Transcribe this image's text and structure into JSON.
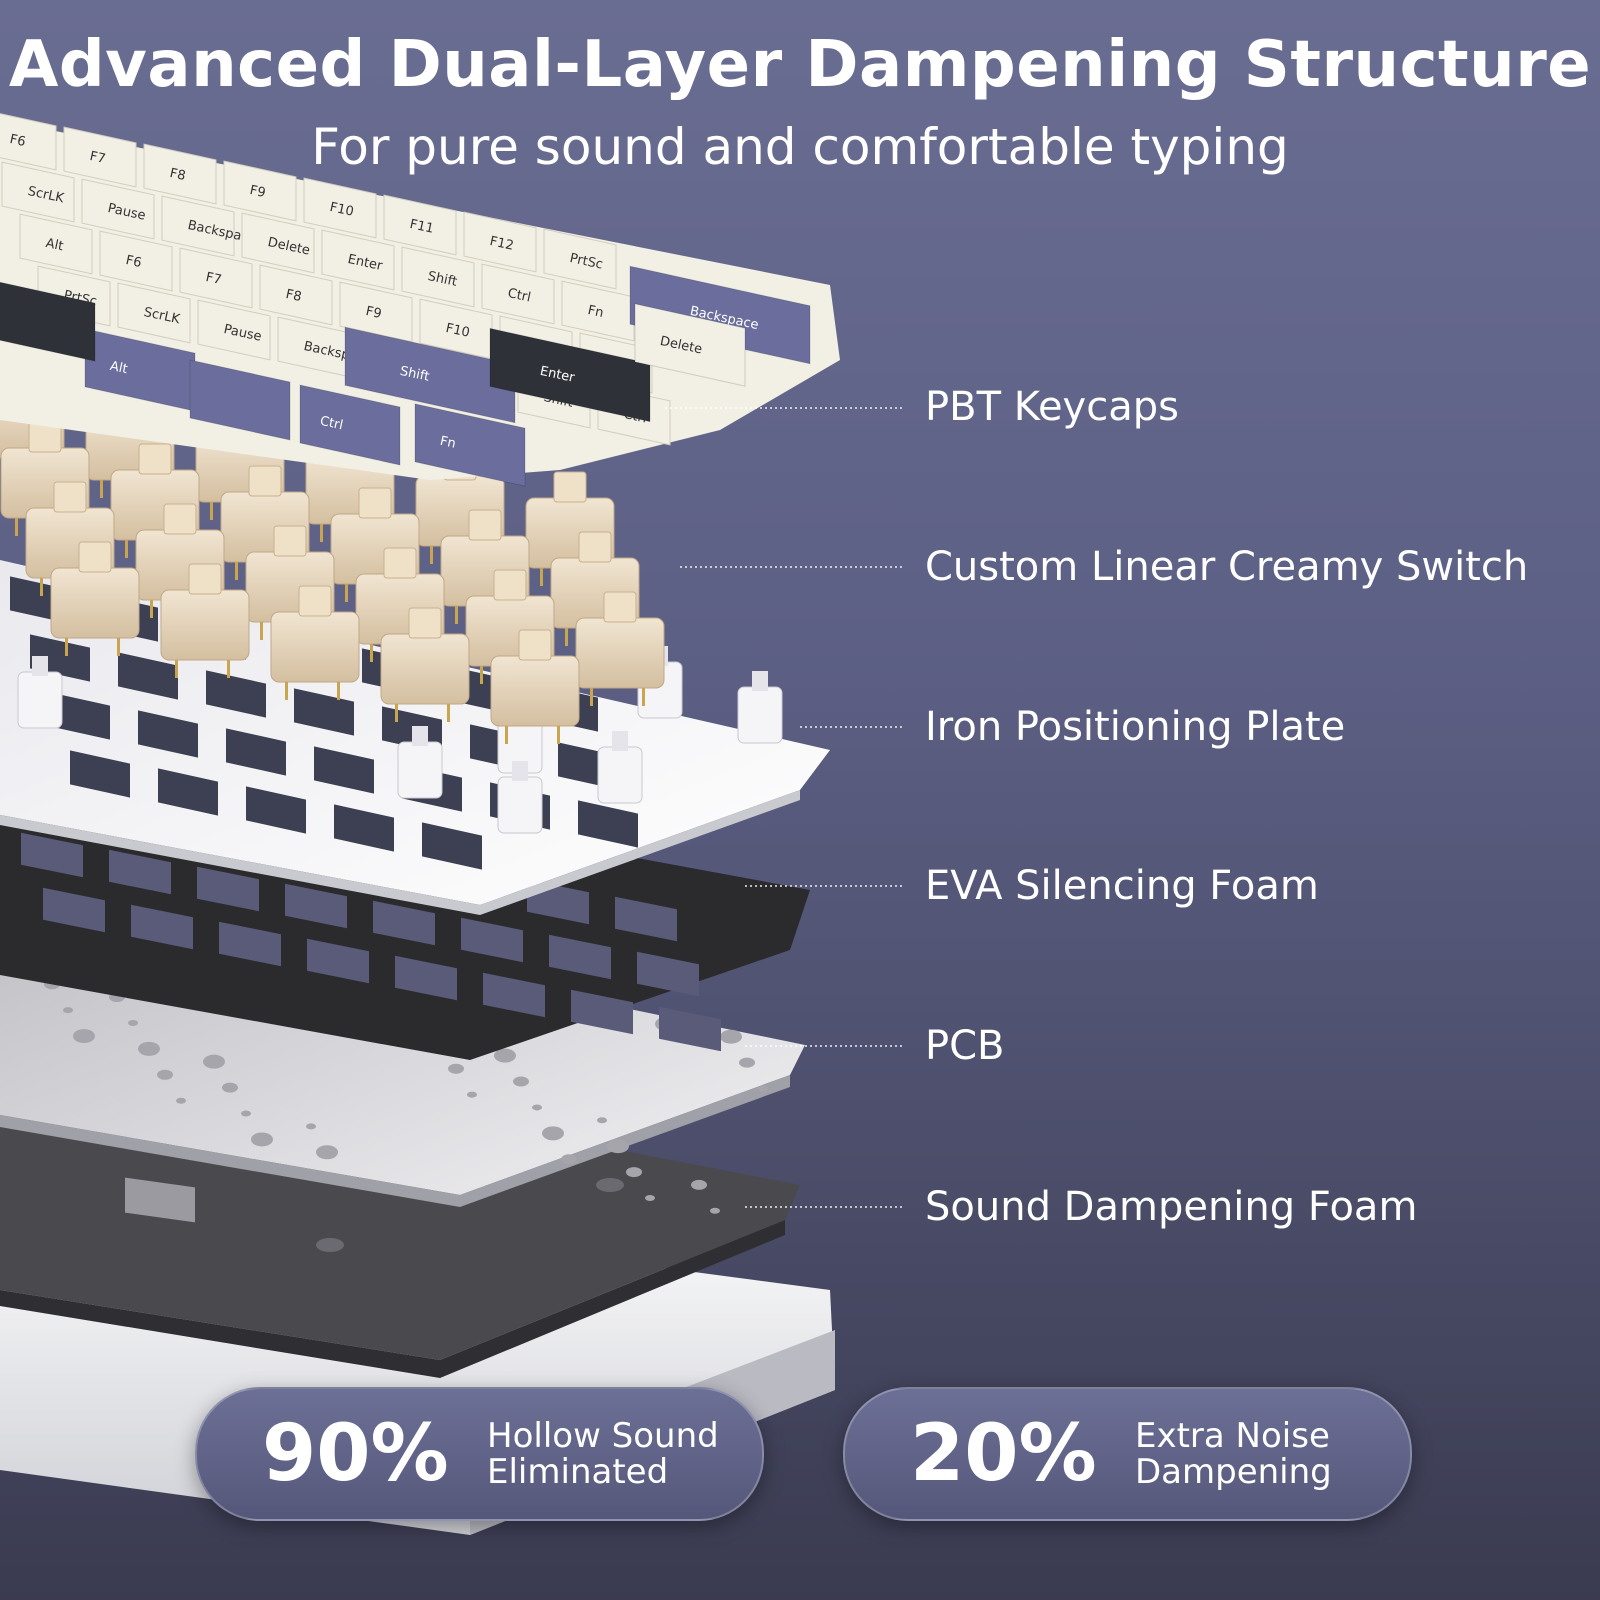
{
  "header": {
    "title": "Advanced Dual-Layer Dampening Structure",
    "subtitle": "For pure sound and comfortable typing"
  },
  "layers": [
    {
      "label": "PBT Keycaps"
    },
    {
      "label": "Custom Linear Creamy Switch"
    },
    {
      "label": "Iron Positioning Plate"
    },
    {
      "label": "EVA Silencing Foam"
    },
    {
      "label": "PCB"
    },
    {
      "label": "Sound Dampening Foam"
    }
  ],
  "keycap_legends": [
    "Backspace",
    "Delete",
    "Enter",
    "Shift",
    "Ctrl",
    "Fn",
    "Alt",
    "F6",
    "F7",
    "F8",
    "F9",
    "F10",
    "F11",
    "F12",
    "PrtSc",
    "ScrLK",
    "Pause"
  ],
  "stats": [
    {
      "value": "90%",
      "line1": "Hollow Sound",
      "line2": "Eliminated"
    },
    {
      "value": "20%",
      "line1": "Extra Noise",
      "line2": "Dampening"
    }
  ],
  "colors": {
    "background": "#5d6085",
    "keycap_cream": "#f2efe4",
    "keycap_purple": "#6b6e9c",
    "keycap_dark": "#2f3139",
    "switch": "#e6d6bd",
    "plate": "#f4f4f6",
    "foam": "#2b2b2e",
    "pcb": "#d9d9dc"
  }
}
